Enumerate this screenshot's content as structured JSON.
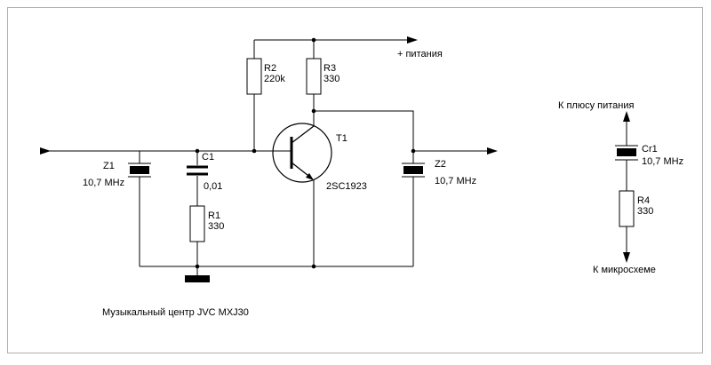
{
  "diagram": {
    "caption": "Музыкальный центр JVC MXJ30",
    "power_label": "+ питания",
    "right_branch": {
      "top_label": "К плюсу питания",
      "bottom_label": "К микросхеме"
    },
    "components": {
      "z1": {
        "ref": "Z1",
        "value": "10,7 MHz"
      },
      "c1": {
        "ref": "C1",
        "value": "0,01"
      },
      "r1": {
        "ref": "R1",
        "value": "330"
      },
      "r2": {
        "ref": "R2",
        "value": "220k"
      },
      "r3": {
        "ref": "R3",
        "value": "330"
      },
      "t1": {
        "ref": "T1",
        "value": "2SC1923"
      },
      "z2": {
        "ref": "Z2",
        "value": "10,7 MHz"
      },
      "cr1": {
        "ref": "Cr1",
        "value": "10,7 MHz"
      },
      "r4": {
        "ref": "R4",
        "value": "330"
      }
    },
    "colors": {
      "line": "#000000",
      "border": "#b0b0b0",
      "background": "#ffffff"
    }
  }
}
